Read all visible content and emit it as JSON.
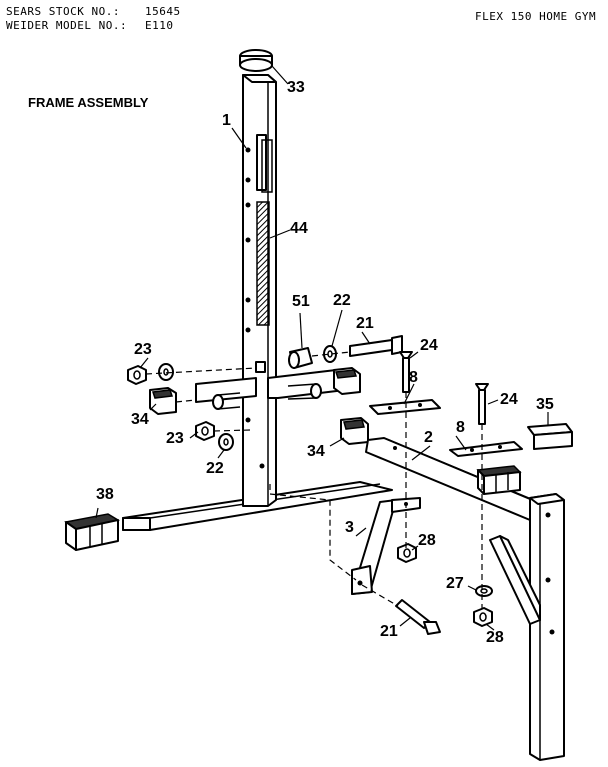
{
  "header": {
    "sears_stock_label": "SEARS STOCK NO.:",
    "sears_stock_value": "15645",
    "weider_model_label": "WEIDER MODEL NO.:",
    "weider_model_value": "E110",
    "product": "FLEX 150 HOME GYM"
  },
  "title": "FRAME ASSEMBLY",
  "callouts": {
    "p1": "1",
    "p2": "2",
    "p3": "3",
    "p8a": "8",
    "p8b": "8",
    "p21a": "21",
    "p21b": "21",
    "p22a": "22",
    "p22b": "22",
    "p23a": "23",
    "p23b": "23",
    "p24a": "24",
    "p24b": "24",
    "p27": "27",
    "p28a": "28",
    "p28b": "28",
    "p33": "33",
    "p34a": "34",
    "p34b": "34",
    "p35": "35",
    "p38": "38",
    "p44": "44",
    "p51": "51"
  }
}
